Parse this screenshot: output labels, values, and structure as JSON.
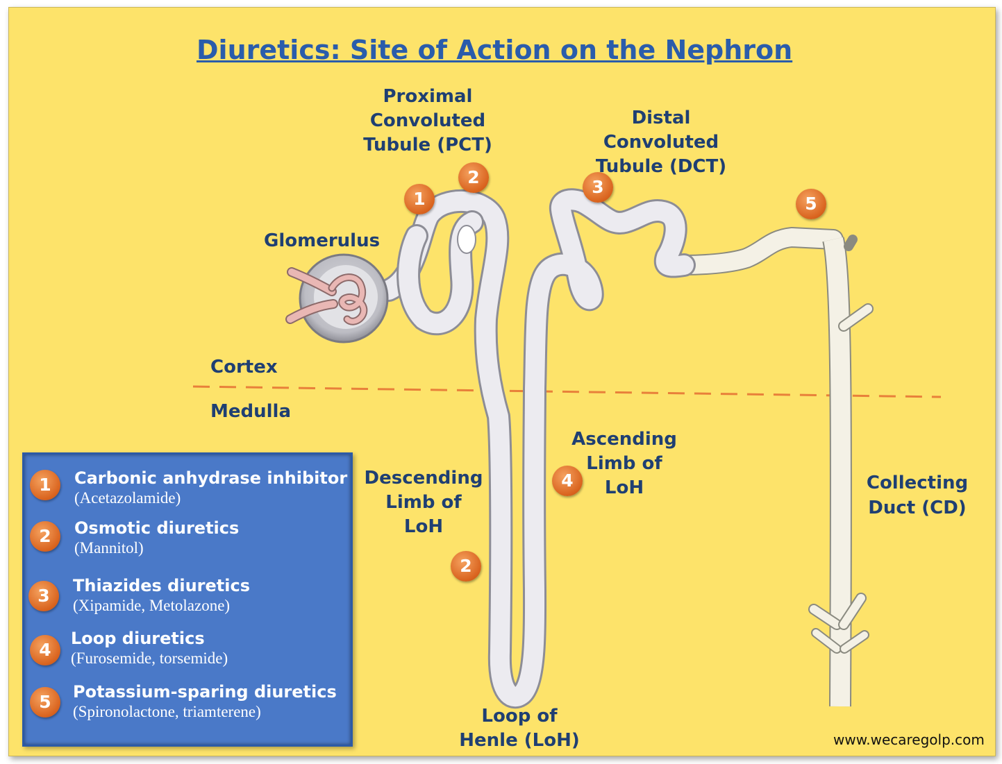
{
  "title": "Diuretics: Site of Action on the Nephron",
  "labels": {
    "pct": [
      "Proximal",
      "Convoluted",
      "Tubule (PCT)"
    ],
    "dct": [
      "Distal",
      "Convoluted",
      "Tubule (DCT)"
    ],
    "glomerulus": "Glomerulus",
    "cortex": "Cortex",
    "medulla": "Medulla",
    "descending": [
      "Descending",
      "Limb of",
      "LoH"
    ],
    "ascending": [
      "Ascending",
      "Limb of",
      "LoH"
    ],
    "loop": [
      "Loop of",
      "Henle (LoH)"
    ],
    "collecting": [
      "Collecting",
      "Duct (CD)"
    ]
  },
  "markers": {
    "pct_1": "1",
    "pct_2": "2",
    "dct_3": "3",
    "cd_5": "5",
    "ascending_4": "4",
    "descending_2": "2"
  },
  "legend": [
    {
      "number": "1",
      "name": "Carbonic anhydrase inhibitor",
      "examples": "(Acetazolamide)"
    },
    {
      "number": "2",
      "name": "Osmotic diuretics",
      "examples": "(Mannitol)"
    },
    {
      "number": "3",
      "name": "Thiazides diuretics",
      "examples": "(Xipamide, Metolazone)"
    },
    {
      "number": "4",
      "name": "Loop diuretics",
      "examples": "(Furosemide, torsemide)"
    },
    {
      "number": "5",
      "name": "Potassium-sparing diuretics",
      "examples": "(Spironolactone, triamterene)"
    }
  ],
  "website": "www.wecaregolp.com",
  "colors": {
    "background": "#fde36a",
    "title": "#2a5cab",
    "label_text": "#1f3f73",
    "marker": "#e0702a",
    "legend_bg": "#4a79c8",
    "boundary_line": "#e8803a",
    "tubule": "#ecebf0",
    "collecting_duct": "#f4f1e6"
  }
}
